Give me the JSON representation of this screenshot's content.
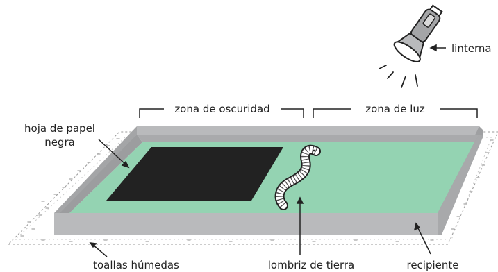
{
  "labels": {
    "flashlight": "linterna",
    "dark_zone": "zona de oscuridad",
    "light_zone": "zona de luz",
    "paper_line1": "hoja de papel",
    "paper_line2": "negra",
    "towels": "toallas húmedas",
    "worm": "lombriz de tierra",
    "container": "recipiente"
  },
  "colors": {
    "green": "#94d3b2",
    "gray": "#b9babc",
    "gray_dark": "#a4a5a7",
    "paper": "#222222",
    "line": "#222222"
  }
}
